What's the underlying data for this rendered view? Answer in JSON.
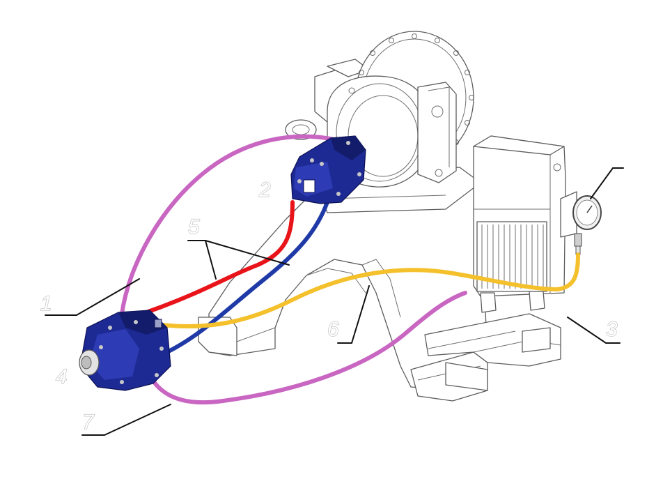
{
  "callouts": {
    "c1": "1",
    "c2": "2",
    "c3": "3",
    "c4": "4",
    "c5": "5",
    "c6": "6",
    "c7": "7"
  },
  "colors": {
    "pump_blue": "#1e2a94",
    "pressure_line": "#e8141a",
    "return_line": "#1f3aa6",
    "drain_line": "#c866c2",
    "cooling_line": "#f4c02b",
    "outline": "#5c5c5c",
    "leader": "#111111"
  },
  "icons": {
    "pump": "hydraulic-pump-icon",
    "motor": "hydraulic-motor-icon",
    "gauge": "pressure-gauge-icon",
    "cooler": "oil-cooler-icon",
    "gearbox": "slewing-gearbox-icon"
  }
}
